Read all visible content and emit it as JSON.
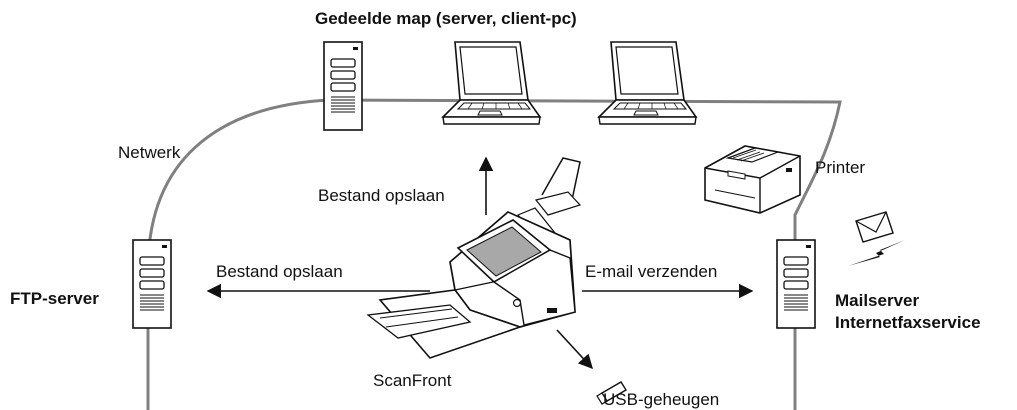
{
  "shared_folder_label": "Gedeelde map (server, client-pc)",
  "network_label": "Netwerk",
  "printer_label": "Printer",
  "save_file_up_label": "Bestand opslaan",
  "save_file_left_label": "Bestand opslaan",
  "email_send_label": "E-mail verzenden",
  "ftp_server_label": "FTP-server",
  "mail_server_label_1": "Mailserver",
  "mail_server_label_2": "Internetfaxservice",
  "scanfront_label": "ScanFront",
  "usb_label": "USB-geheugen",
  "colors": {
    "line": "#808080",
    "stroke": "#111111",
    "fill": "#ffffff",
    "screen": "#a8a8a8"
  },
  "icons": [
    "server-icon",
    "laptop-icon",
    "printer-icon",
    "scanner-icon",
    "usb-stick-icon",
    "envelope-icon",
    "lightning-icon"
  ]
}
